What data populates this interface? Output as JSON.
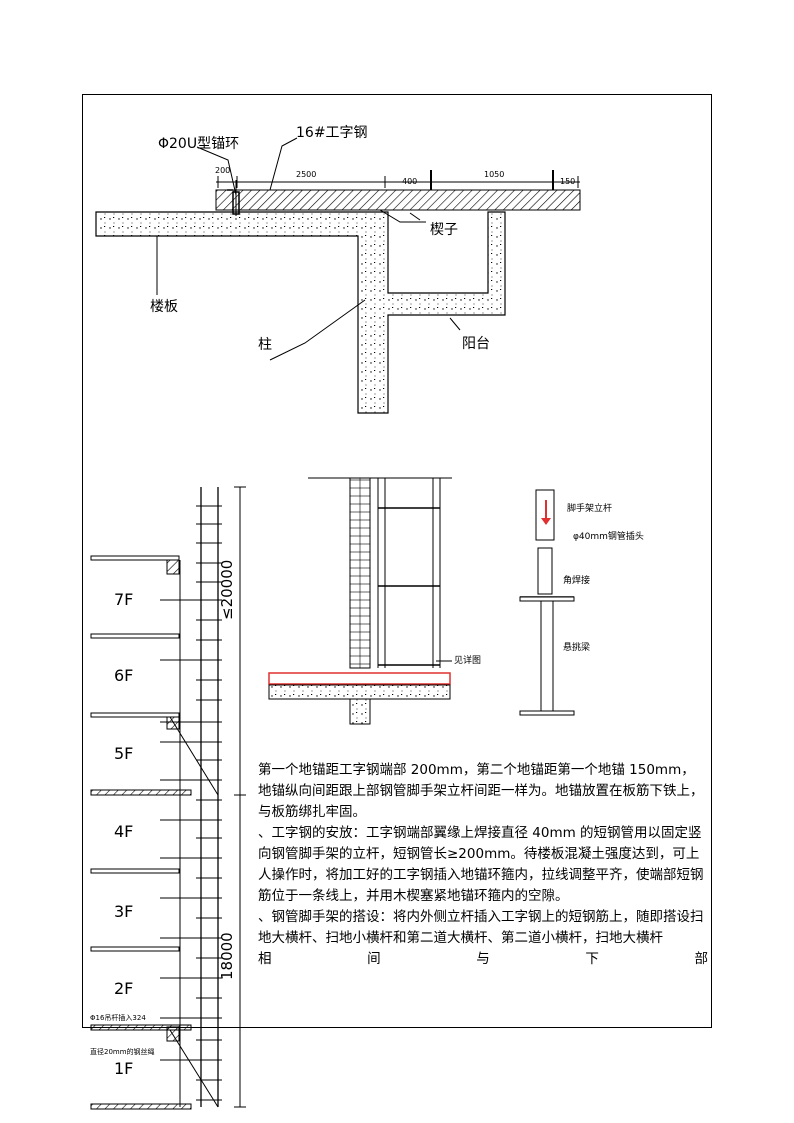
{
  "top_diagram": {
    "label_anchor_ring": "Φ20U型锚环",
    "label_i_beam": "16#工字钢",
    "label_wedge": "楔子",
    "label_floor_slab": "楼板",
    "label_column": "柱",
    "label_balcony": "阳台",
    "dim_200": "200",
    "dim_2500": "2500",
    "dim_400": "400",
    "dim_1050": "1050",
    "dim_150": "150"
  },
  "elevation": {
    "floors": [
      "7F",
      "6F",
      "5F",
      "4F",
      "3F",
      "2F",
      "1F"
    ],
    "dim_upper": "≤20000",
    "dim_lower": "18000",
    "note_bar": "Φ16吊杆插入324",
    "note_pipe": "直径20mm的钢丝绳"
  },
  "detail_left": {
    "label_see_detail": "见详图"
  },
  "detail_right": {
    "label_pole": "脚手架立杆",
    "label_short_pipe": "φ40mm钢管插头",
    "label_corner_weld": "角焊接",
    "label_cantilever": "悬挑梁"
  },
  "text": {
    "para1": "第一个地锚距工字钢端部 200mm，第二个地锚距第一个地锚 150mm，地锚纵向间距跟上部钢管脚手架立杆间距一样为。地锚放置在板筋下铁上，与板筋绑扎牢固。",
    "para2": "、工字钢的安放：工字钢端部翼缘上焊接直径 40mm 的短钢管用以固定竖向钢管脚手架的立杆，短钢管长≥200mm。待楼板混凝土强度达到，可上人操作时，将加工好的工字钢插入地锚环箍内，拉线调整平齐，使端部短钢筋位于一条线上，并用木楔塞紧地锚环箍内的空隙。",
    "para3": "、钢管脚手架的搭设：将内外侧立杆插入工字钢上的短钢筋上，随即搭设扫地大横杆、扫地小横杆和第二道大横杆、第二道小横杆，扫地大横杆",
    "para3_last": [
      "相",
      "间",
      "与",
      "下",
      "部"
    ]
  }
}
